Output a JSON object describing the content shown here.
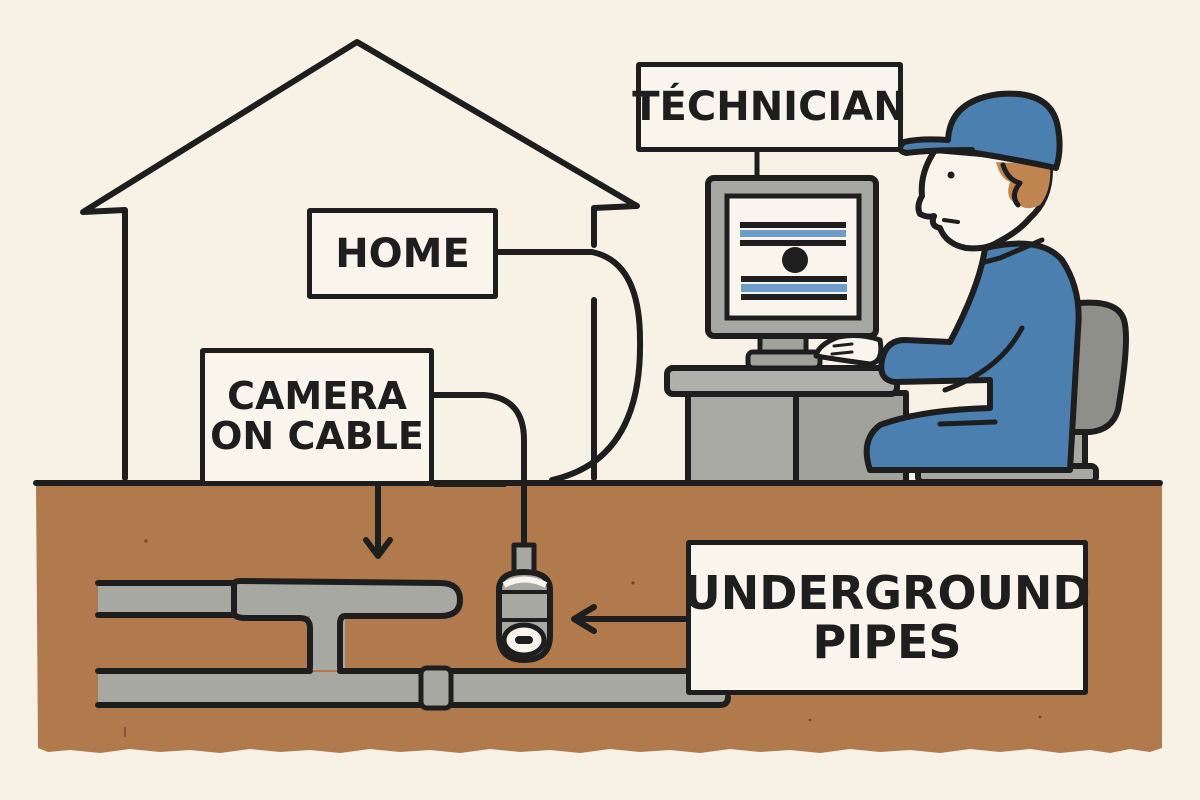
{
  "diagram": {
    "type": "illustrated-process-diagram",
    "subject": "Sewer / pipe camera inspection",
    "labels": {
      "technician": {
        "lines": [
          "TÉCHNICIAN"
        ]
      },
      "home": {
        "lines": [
          "HOME"
        ]
      },
      "camera": {
        "lines": [
          "CAMERA",
          "ON CABLE"
        ]
      },
      "pipes": {
        "lines": [
          "UNDERGROUND",
          "PIPES"
        ]
      }
    },
    "elements": [
      {
        "id": "house",
        "description": "Outline of a house with peaked roof"
      },
      {
        "id": "technician",
        "description": "Technician in blue cap and uniform seated at a desk"
      },
      {
        "id": "monitor",
        "description": "Computer monitor showing pipe camera view"
      },
      {
        "id": "desk",
        "description": "Grey desk"
      },
      {
        "id": "chair",
        "description": "Grey office chair"
      },
      {
        "id": "ground",
        "description": "Brown soil cross-section"
      },
      {
        "id": "pipes",
        "description": "Grey underground pipes with T-junction"
      },
      {
        "id": "camera",
        "description": "Inspection camera head on cable inside pipe"
      }
    ],
    "connections": [
      {
        "from": "technician-label",
        "to": "monitor",
        "style": "line"
      },
      {
        "from": "home-label",
        "to": "ground",
        "style": "curved-line"
      },
      {
        "from": "camera-label",
        "to": "pipes",
        "style": "arrow-down"
      },
      {
        "from": "camera-label",
        "to": "camera",
        "style": "cable"
      },
      {
        "from": "pipes-label",
        "to": "camera",
        "style": "arrow-left"
      }
    ],
    "colors": {
      "background": "#f8f1e5",
      "soil": "#b07a4c",
      "stroke": "#1e1e1e",
      "uniform_blue": "#4a7fb0",
      "screen_blue": "#6d9cc8",
      "pipe_grey": "#a8a8a2",
      "desk_grey": "#a9a9a3",
      "chair_grey": "#8f8f8a",
      "hair": "#c08550",
      "label_fill": "#faf5ec"
    }
  }
}
